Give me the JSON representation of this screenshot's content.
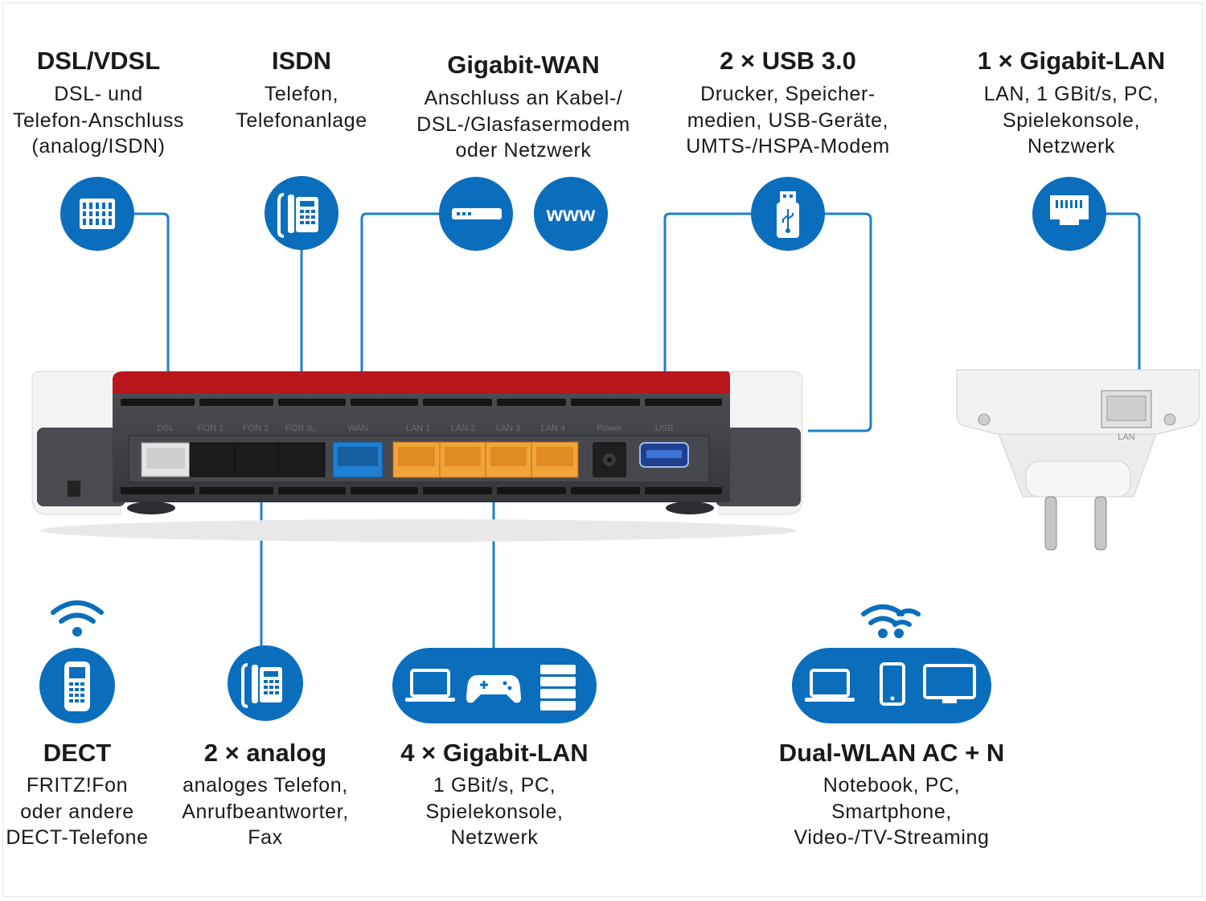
{
  "colors": {
    "connector": "#0a6ebd",
    "line": "#1b82c8",
    "router_red": "#b8161b",
    "router_dark": "#3c3e43",
    "port_orange": "#f2a33a",
    "port_blue": "#1f7fd0",
    "port_white": "#e9e9e9",
    "port_black": "#1f1f1f"
  },
  "top_blocks": [
    {
      "title": "DSL/VDSL",
      "lines": [
        "DSL- und",
        "Telefon-Anschluss",
        "(analog/ISDN)"
      ],
      "icon": "dsl-port-icon"
    },
    {
      "title": "ISDN",
      "lines": [
        "Telefon,",
        "Telefonanlage"
      ],
      "icon": "desk-phone-icon"
    },
    {
      "title": "Gigabit-WAN",
      "lines": [
        "Anschluss an Kabel-/",
        "DSL-/Glasfasermodem",
        "oder Netzwerk"
      ],
      "icon": "modem-icon",
      "icon2_text": "www"
    },
    {
      "title": "2 × USB 3.0",
      "lines": [
        "Drucker, Speicher-",
        "medien, USB-Geräte,",
        "UMTS-/HSPA-Modem"
      ],
      "icon": "usb-stick-icon"
    },
    {
      "title": "1 × Gigabit-LAN",
      "lines": [
        "LAN, 1 GBit/s, PC,",
        "Spielekonsole,",
        "Netzwerk"
      ],
      "icon": "lan-port-icon"
    }
  ],
  "bottom_blocks": [
    {
      "title": "DECT",
      "lines": [
        "FRITZ!Fon",
        "oder andere",
        "DECT-Telefone"
      ],
      "icon": "cordless-phone-icon"
    },
    {
      "title": "2 × analog",
      "lines": [
        "analoges Telefon,",
        "Anrufbeantworter,",
        "Fax"
      ],
      "icon": "desk-phone-icon"
    },
    {
      "title": "4 × Gigabit-LAN",
      "lines": [
        "1 GBit/s, PC,",
        "Spielekonsole,",
        "Netzwerk"
      ],
      "icon": "laptop-gamepad-server-icon"
    },
    {
      "title": "Dual-WLAN AC + N",
      "lines": [
        "Notebook, PC,",
        "Smartphone,",
        "Video-/TV-Streaming"
      ],
      "icon": "laptop-phone-tv-icon"
    }
  ],
  "router": {
    "port_labels": [
      "DSL",
      "FON 1",
      "FON 2",
      "FON S₀",
      "WAN",
      "LAN 1",
      "LAN 2",
      "LAN 3",
      "LAN 4",
      "Power",
      "USB"
    ]
  },
  "repeater": {
    "port_label": "LAN"
  }
}
